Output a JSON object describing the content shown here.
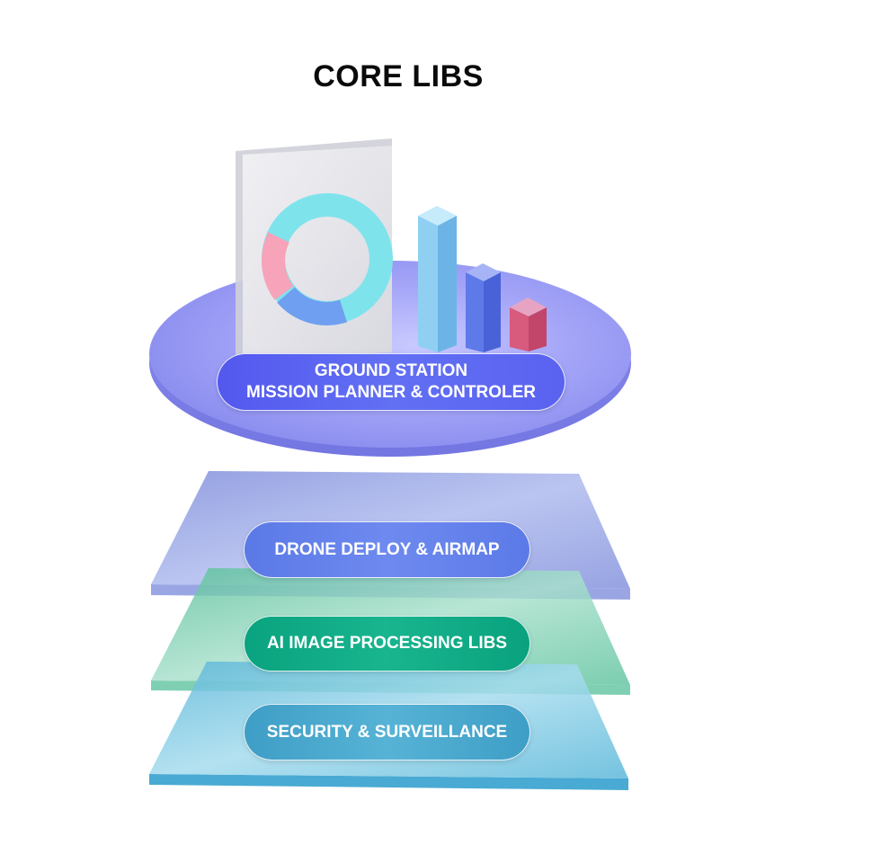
{
  "title": "CORE LIBS",
  "layers": {
    "ground_station": {
      "line1": "GROUND STATION",
      "line2": "MISSION PLANNER & CONTROLER"
    },
    "drone_deploy": {
      "label": "DRONE DEPLOY & AIRMAP"
    },
    "ai_processing": {
      "label": "AI IMAGE PROCESSING LIBS"
    },
    "security": {
      "label": "SECURITY & SURVEILLANCE"
    }
  },
  "colors": {
    "ground_pill": "#5a5ff0",
    "drone_pill": "#6582ea",
    "ai_pill": "#10ab86",
    "security_pill": "#4aa8ce",
    "disc": "#9a9cf5",
    "drone_layer": "#8f9ae0",
    "ai_layer": "#6cc7a6",
    "security_layer": "#6ec3de"
  },
  "icons": [
    "document-icon",
    "donut-chart-icon",
    "bar-chart-icon"
  ]
}
